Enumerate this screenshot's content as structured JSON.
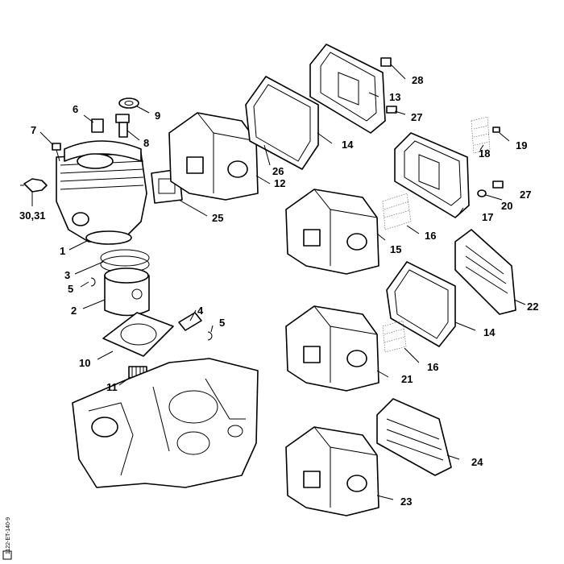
{
  "diagram": {
    "reference_code": "1122-ET-140-9",
    "labels": {
      "p1": "1",
      "p2": "2",
      "p3": "3",
      "p4": "4",
      "p5a": "5",
      "p5b": "5",
      "p6": "6",
      "p7": "7",
      "p8": "8",
      "p9": "9",
      "p10": "10",
      "p11": "11",
      "p12": "12",
      "p13": "13",
      "p14a": "14",
      "p14b": "14",
      "p15": "15",
      "p16a": "16",
      "p16b": "16",
      "p17": "17",
      "p18": "18",
      "p19": "19",
      "p20": "20",
      "p21": "21",
      "p22": "22",
      "p23": "23",
      "p24": "24",
      "p25": "25",
      "p26": "26",
      "p27a": "27",
      "p27b": "27",
      "p28": "28",
      "p3031": "30,31"
    }
  }
}
